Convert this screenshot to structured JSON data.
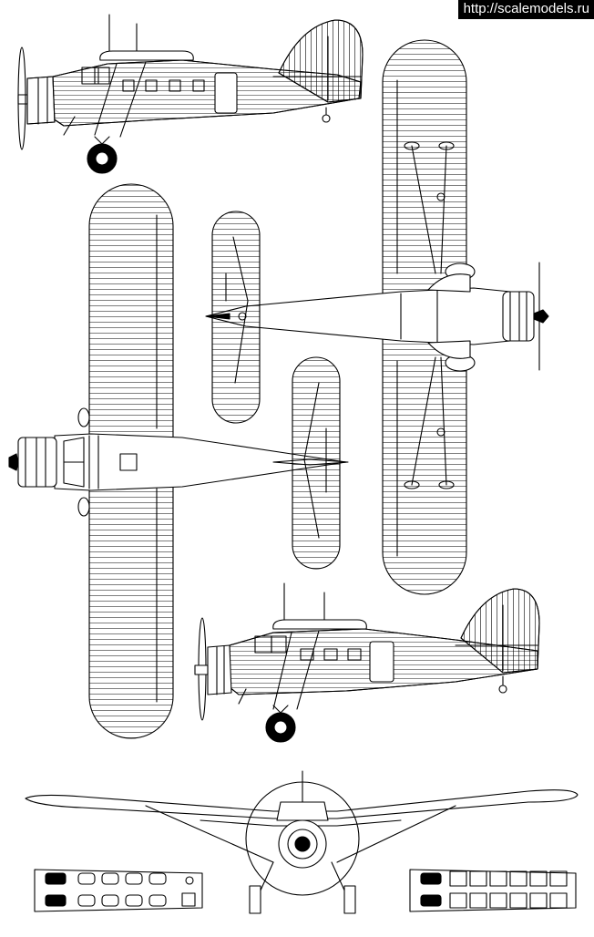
{
  "watermark": {
    "text": "http://scalemodels.ru"
  },
  "views": [
    {
      "name": "side-view-top"
    },
    {
      "name": "top-view-upper-wing"
    },
    {
      "name": "top-view-lower-wing"
    },
    {
      "name": "side-view-bottom"
    },
    {
      "name": "front-view"
    },
    {
      "name": "cabin-layout-seats"
    },
    {
      "name": "cabin-layout-cargo"
    }
  ],
  "colors": {
    "ink": "#000000",
    "paper": "#ffffff",
    "watermark_bg": "#000000",
    "watermark_text": "#ffffff"
  }
}
